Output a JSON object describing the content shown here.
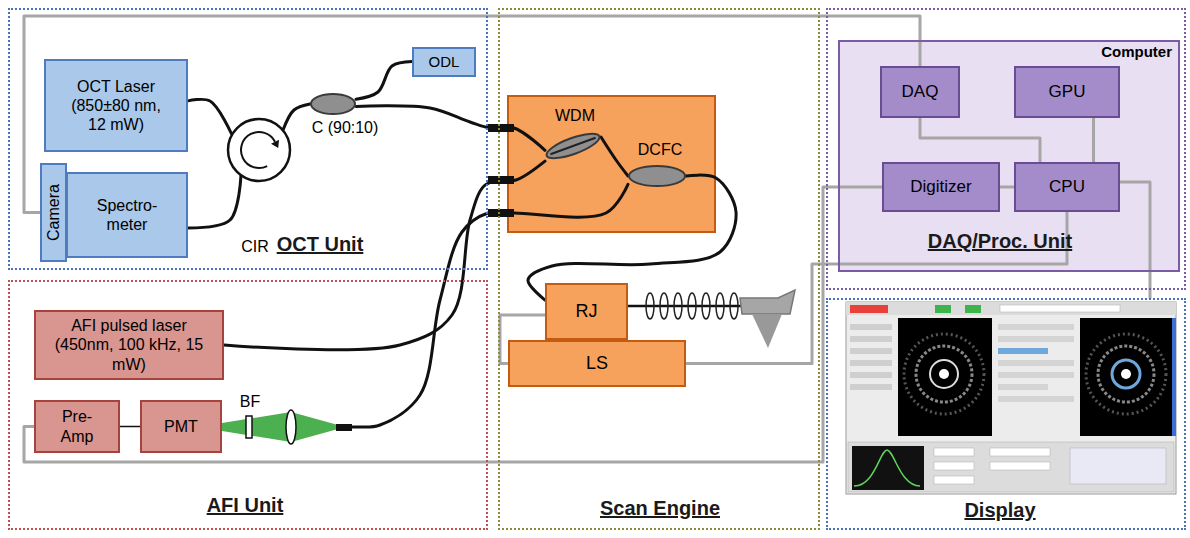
{
  "diagram": {
    "nodes": [
      {
        "text": [
          "OCT Unit"
        ]
      },
      {
        "text": [
          "OCT Laser (850±80 nm, 12 mW)"
        ],
        "in": 0
      },
      {
        "text": [
          "Camera"
        ],
        "in": 0
      },
      {
        "text": [
          "Spectro- meter"
        ],
        "in": 0
      },
      {
        "text": [
          "CIR"
        ],
        "in": 0
      },
      {
        "text": [
          "C (90:10)"
        ],
        "in": 0
      },
      {
        "text": [
          "ODL"
        ],
        "in": 0
      },
      {
        "text": [
          "Scan Engine"
        ]
      },
      {
        "text": [
          "WDM"
        ],
        "in": 7
      },
      {
        "text": [
          "DCFC"
        ],
        "in": 7
      },
      {
        "text": [
          "RJ"
        ],
        "in": 7
      },
      {
        "text": [
          "LS"
        ],
        "in": 7
      },
      {
        "text": [
          "DAQ/Proc. Unit"
        ]
      },
      {
        "text": [
          "Computer"
        ],
        "in": 12
      },
      {
        "text": [
          "DAQ"
        ],
        "in": 13
      },
      {
        "text": [
          "GPU"
        ],
        "in": 13
      },
      {
        "text": [
          "Digitizer"
        ],
        "in": 13
      },
      {
        "text": [
          "CPU"
        ],
        "in": 13
      },
      {
        "text": [
          "AFI Unit"
        ]
      },
      {
        "text": [
          "AFI pulsed laser (450nm, 100 kHz, 15 mW)"
        ],
        "in": 18
      },
      {
        "text": [
          "Pre- Amp"
        ],
        "in": 18
      },
      {
        "text": [
          "PMT"
        ],
        "in": 18
      },
      {
        "text": [
          "Display"
        ]
      }
    ],
    "edges": [
      {
        "from": 1,
        "to": 4,
        "arrow": "none"
      },
      {
        "from": 4,
        "to": 3,
        "arrow": "none"
      },
      {
        "from": 4,
        "to": 5,
        "arrow": "none"
      },
      {
        "from": 5,
        "to": 6,
        "arrow": "none"
      },
      {
        "from": 5,
        "to": 8,
        "arrow": "none"
      },
      {
        "from": 19,
        "to": 8,
        "arrow": "none"
      },
      {
        "from": 8,
        "to": 9,
        "arrow": "none"
      },
      {
        "from": 9,
        "to": 21,
        "arrow": "none"
      },
      {
        "from": 9,
        "to": 10,
        "arrow": "none"
      },
      {
        "from": 21,
        "to": 20,
        "arrow": "none"
      },
      {
        "from": 2,
        "to": 14,
        "arrow": "none"
      },
      {
        "from": 20,
        "to": 16,
        "arrow": "none"
      },
      {
        "from": 17,
        "to": 11,
        "arrow": "none"
      },
      {
        "from": 11,
        "to": 10,
        "arrow": "none"
      },
      {
        "from": 14,
        "to": 17,
        "arrow": "none"
      },
      {
        "from": 15,
        "to": 17,
        "arrow": "none"
      },
      {
        "from": 16,
        "to": 17,
        "arrow": "none"
      },
      {
        "from": 17,
        "to": 22,
        "arrow": "none"
      }
    ],
    "labels": [
      "BF"
    ]
  }
}
